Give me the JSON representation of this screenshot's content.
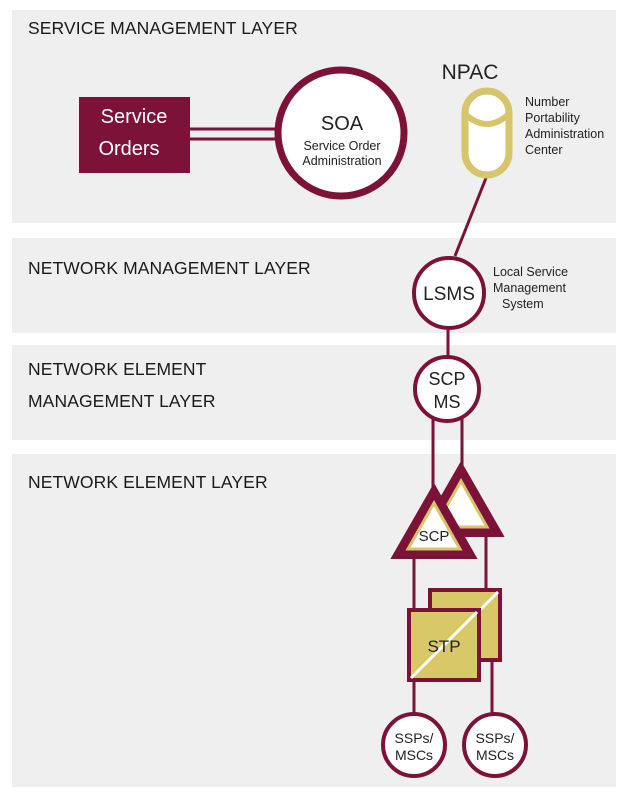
{
  "layers": {
    "service_mgmt": "SERVICE MANAGEMENT LAYER",
    "network_mgmt": "NETWORK MANAGEMENT LAYER",
    "element_mgmt_line1": "NETWORK ELEMENT",
    "element_mgmt_line2": "MANAGEMENT LAYER",
    "network_element": "NETWORK ELEMENT LAYER"
  },
  "nodes": {
    "service_orders_line1": "Service",
    "service_orders_line2": "Orders",
    "soa_title": "SOA",
    "soa_line1": "Service Order",
    "soa_line2": "Administration",
    "npac_title": "NPAC",
    "npac_desc_line1": "Number",
    "npac_desc_line2": "Portability",
    "npac_desc_line3": "Administration",
    "npac_desc_line4": "Center",
    "lsms_title": "LSMS",
    "lsms_desc_line1": "Local Service",
    "lsms_desc_line2": "Management",
    "lsms_desc_line3": "System",
    "scpms_line1": "SCP",
    "scpms_line2": "MS",
    "scp_label": "SCP",
    "stp_label": "STP",
    "ssp1_line1": "SSPs/",
    "ssp1_line2": "MSCs",
    "ssp2_line1": "SSPs/",
    "ssp2_line2": "MSCs"
  },
  "colors": {
    "maroon": "#7d1239",
    "gold": "#d6c56a",
    "gold_fill": "#d9c868",
    "panel": "#efefef"
  }
}
